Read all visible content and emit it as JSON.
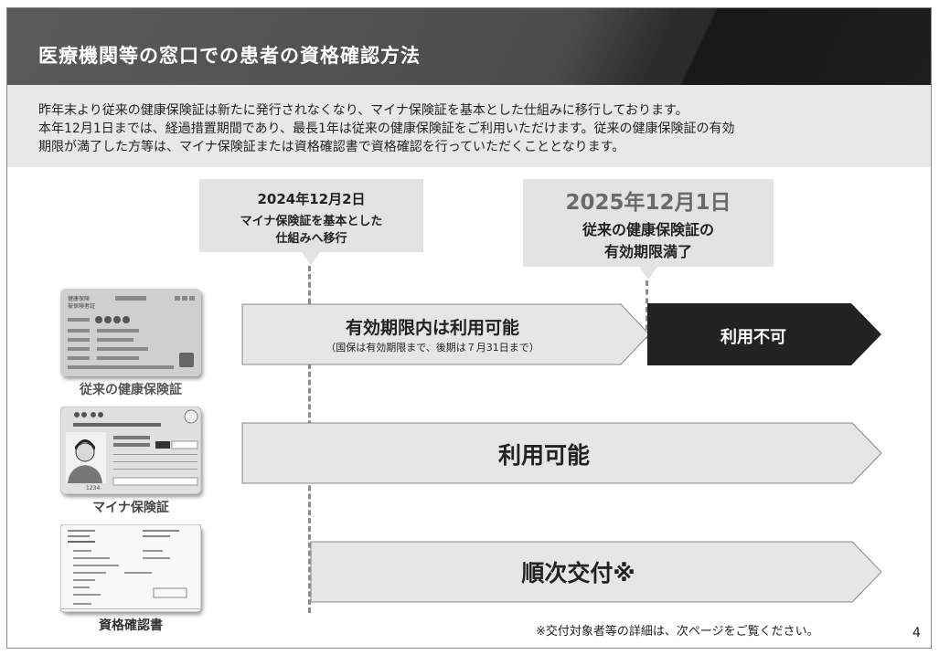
{
  "title": "医療機関等の窓口での患者の資格確認方法",
  "intro": {
    "line1": "昨年末より従来の健康保険証は新たに発行されなくなり、マイナ保険証を基本とした仕組みに移行しております。",
    "line2": "本年12月1日までは、経過措置期間であり、最長1年は従来の健康保険証をご利用いただけます。従来の健康保険証の有効",
    "line3": "期限が満了した方等は、マイナ保険証または資格確認書で資格確認を行っていただくこととなります。"
  },
  "callouts": {
    "first": {
      "date": "2024年12月2日",
      "line1": "マイナ保険証を基本とした",
      "line2": "仕組みへ移行"
    },
    "second": {
      "date": "2025年12月1日",
      "line1": "従来の健康保険証の",
      "line2": "有効期限満了"
    }
  },
  "rows": {
    "insurance_card": {
      "label": "従来の健康保険証",
      "card_text1": "健康保険",
      "card_text2": "被保険者証",
      "valid_title": "有効期限内は利用可能",
      "valid_sub": "（国保は有効期限まで、後期は７月31日まで）",
      "invalid_label": "利用不可"
    },
    "myna_card": {
      "label": "マイナ保険証",
      "arrow_label": "利用可能",
      "card_number": "1234"
    },
    "certificate": {
      "label": "資格確認書",
      "arrow_label": "順次交付※"
    }
  },
  "footnote": "※交付対象者等の詳細は、次ページをご覧ください。",
  "page_number": "4",
  "colors": {
    "title_bg": "#4b4b4b",
    "intro_bg": "#e8e8e8",
    "arrow_fill": "#e6e6e6",
    "dark_arrow": "#222222"
  }
}
